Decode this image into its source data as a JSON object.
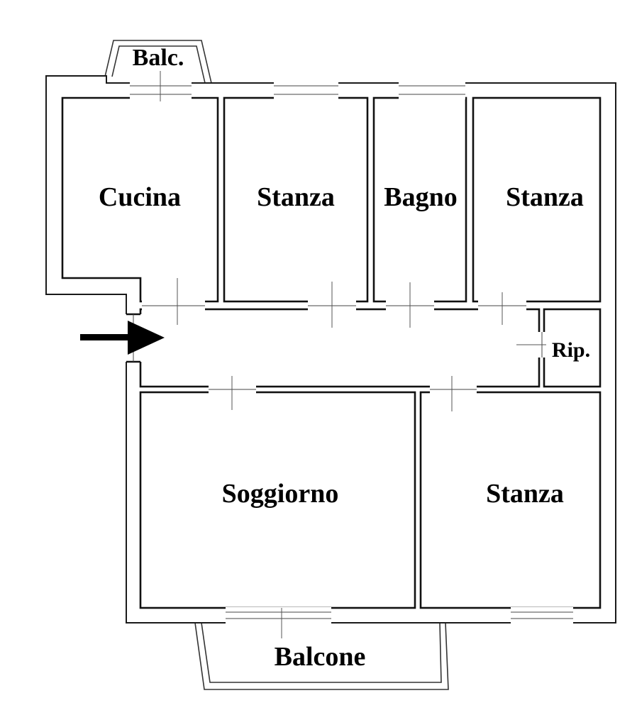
{
  "plan": {
    "labels": {
      "balcony_top": "Balc.",
      "kitchen": "Cucina",
      "bedroom_1": "Stanza",
      "bathroom": "Bagno",
      "bedroom_2": "Stanza",
      "storage": "Rip.",
      "living_room": "Soggiorno",
      "bedroom_3": "Stanza",
      "balcony_bottom": "Balcone"
    },
    "icons": {
      "entrance": "arrow-right-icon"
    }
  }
}
